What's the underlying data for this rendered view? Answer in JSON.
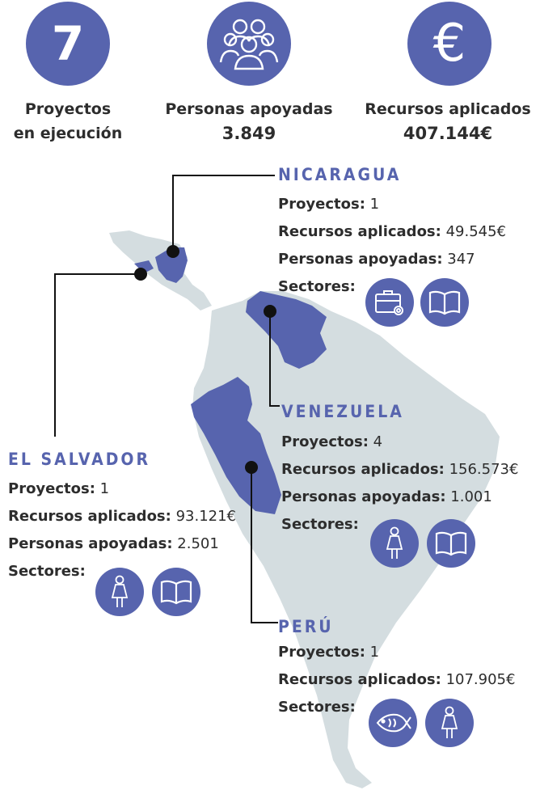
{
  "stats": [
    {
      "circle_text": "7",
      "label_line1": "Proyectos",
      "label_line2": "en ejecución",
      "icon": "number"
    },
    {
      "circle_text": "",
      "label_line1": "Personas apoyadas",
      "label_line2": "3.849",
      "icon": "people-group-icon"
    },
    {
      "circle_text": "€",
      "label_line1": "Recursos aplicados",
      "label_line2": "407.144€",
      "icon": "euro-icon"
    }
  ],
  "countries": {
    "nicaragua": {
      "name": "NICARAGUA",
      "proyectos_label": "Proyectos:",
      "proyectos": "1",
      "recursos_label": "Recursos aplicados:",
      "recursos": "49.545€",
      "personas_label": "Personas apoyadas:",
      "personas": "347",
      "sectores_label": "Sectores:",
      "sectors": [
        "briefcase-gear-icon",
        "open-book-icon"
      ]
    },
    "venezuela": {
      "name": "VENEZUELA",
      "proyectos_label": "Proyectos:",
      "proyectos": "4",
      "recursos_label": "Recursos aplicados:",
      "recursos": "156.573€",
      "personas_label": "Personas apoyadas:",
      "personas": "1.001",
      "sectores_label": "Sectores:",
      "sectors": [
        "woman-icon",
        "open-book-icon"
      ]
    },
    "el_salvador": {
      "name": "EL SALVADOR",
      "proyectos_label": "Proyectos:",
      "proyectos": "1",
      "recursos_label": "Recursos aplicados:",
      "recursos": "93.121€",
      "personas_label": "Personas apoyadas:",
      "personas": "2.501",
      "sectores_label": "Sectores:",
      "sectors": [
        "woman-icon",
        "open-book-icon"
      ]
    },
    "peru": {
      "name": "PERÚ",
      "proyectos_label": "Proyectos:",
      "proyectos": "1",
      "recursos_label": "Recursos aplicados:",
      "recursos": "107.905€",
      "sectores_label": "Sectores:",
      "sectors": [
        "fish-icon",
        "woman-icon"
      ]
    }
  },
  "colors": {
    "accent": "#5764ae",
    "land": "#d4dde0",
    "text": "#2d2d2d"
  }
}
